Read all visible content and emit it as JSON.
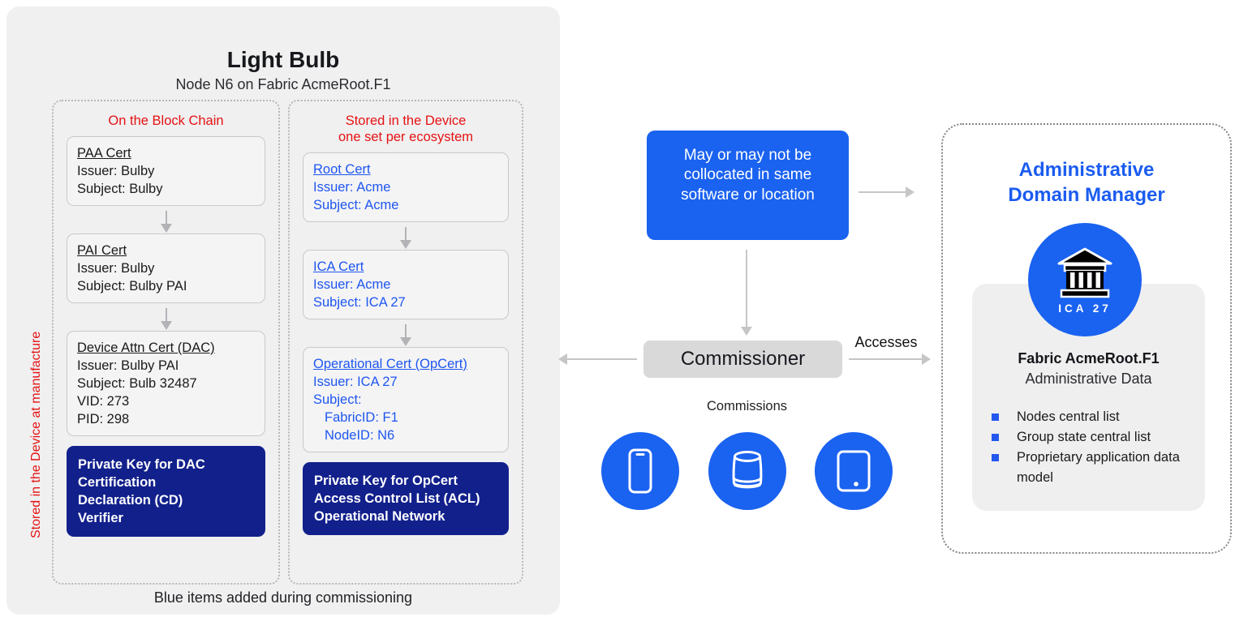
{
  "light_bulb": {
    "title": "Light Bulb",
    "subtitle": "Node N6 on Fabric AcmeRoot.F1",
    "side_label": "Stored in the Device at manufacture",
    "footer_note": "Blue items added during commissioning",
    "blockchain_column": {
      "header": "On the Block Chain",
      "paa_cert": {
        "title": "PAA Cert",
        "lines": [
          "Issuer: Bulby",
          "Subject: Bulby"
        ]
      },
      "pai_cert": {
        "title": "PAI Cert",
        "lines": [
          "Issuer: Bulby",
          "Subject: Bulby PAI"
        ]
      },
      "dac_cert": {
        "title": "Device Attn Cert (DAC)",
        "lines": [
          "Issuer: Bulby PAI",
          "Subject: Bulb 32487",
          "VID: 273",
          "PID: 298"
        ]
      },
      "private_key": {
        "lines": [
          "Private Key for DAC",
          "Certification",
          "Declaration (CD)",
          "Verifier"
        ]
      }
    },
    "device_column": {
      "header_lines": [
        "Stored in the Device",
        "one set per ecosystem"
      ],
      "root_cert": {
        "title": "Root Cert",
        "lines": [
          "Issuer: Acme",
          "Subject: Acme"
        ]
      },
      "ica_cert": {
        "title": "ICA Cert",
        "lines": [
          "Issuer: Acme",
          "Subject: ICA 27"
        ]
      },
      "op_cert": {
        "title": "Operational Cert (OpCert)",
        "lines": [
          "Issuer: ICA 27",
          "Subject:"
        ],
        "indented_lines": [
          "FabricID: F1",
          "NodeID: N6"
        ]
      },
      "private_key": {
        "lines": [
          "Private Key for OpCert",
          "Access Control List (ACL)",
          "Operational Network"
        ]
      }
    }
  },
  "middle": {
    "note_lines": [
      "May or may not be",
      "collocated in same",
      "software or location"
    ],
    "commissioner_label": "Commissioner",
    "accesses_label": "Accesses",
    "commissions_label": "Commissions",
    "device_icons": [
      "smartphone-icon",
      "smart-speaker-icon",
      "tablet-icon"
    ]
  },
  "adm": {
    "title_lines": [
      "Administrative",
      "Domain Manager"
    ],
    "badge_label": "ICA 27",
    "badge_icon": "bank-icon",
    "card": {
      "heading": "Fabric AcmeRoot.F1",
      "subheading": "Administrative Data",
      "bullets": [
        "Nodes central list",
        "Group state central list",
        "Proprietary application data model"
      ]
    }
  },
  "colors": {
    "accent_blue": "#1a62f0",
    "navy_blue": "#12208c",
    "link_blue": "#1e56f0",
    "title_blue": "#1b5cf0",
    "alert_red": "#e51212",
    "panel_gray": "#f0f0f1",
    "commissioner_gray": "#d9d9d9",
    "arrow_gray": "#c6c6c6"
  }
}
